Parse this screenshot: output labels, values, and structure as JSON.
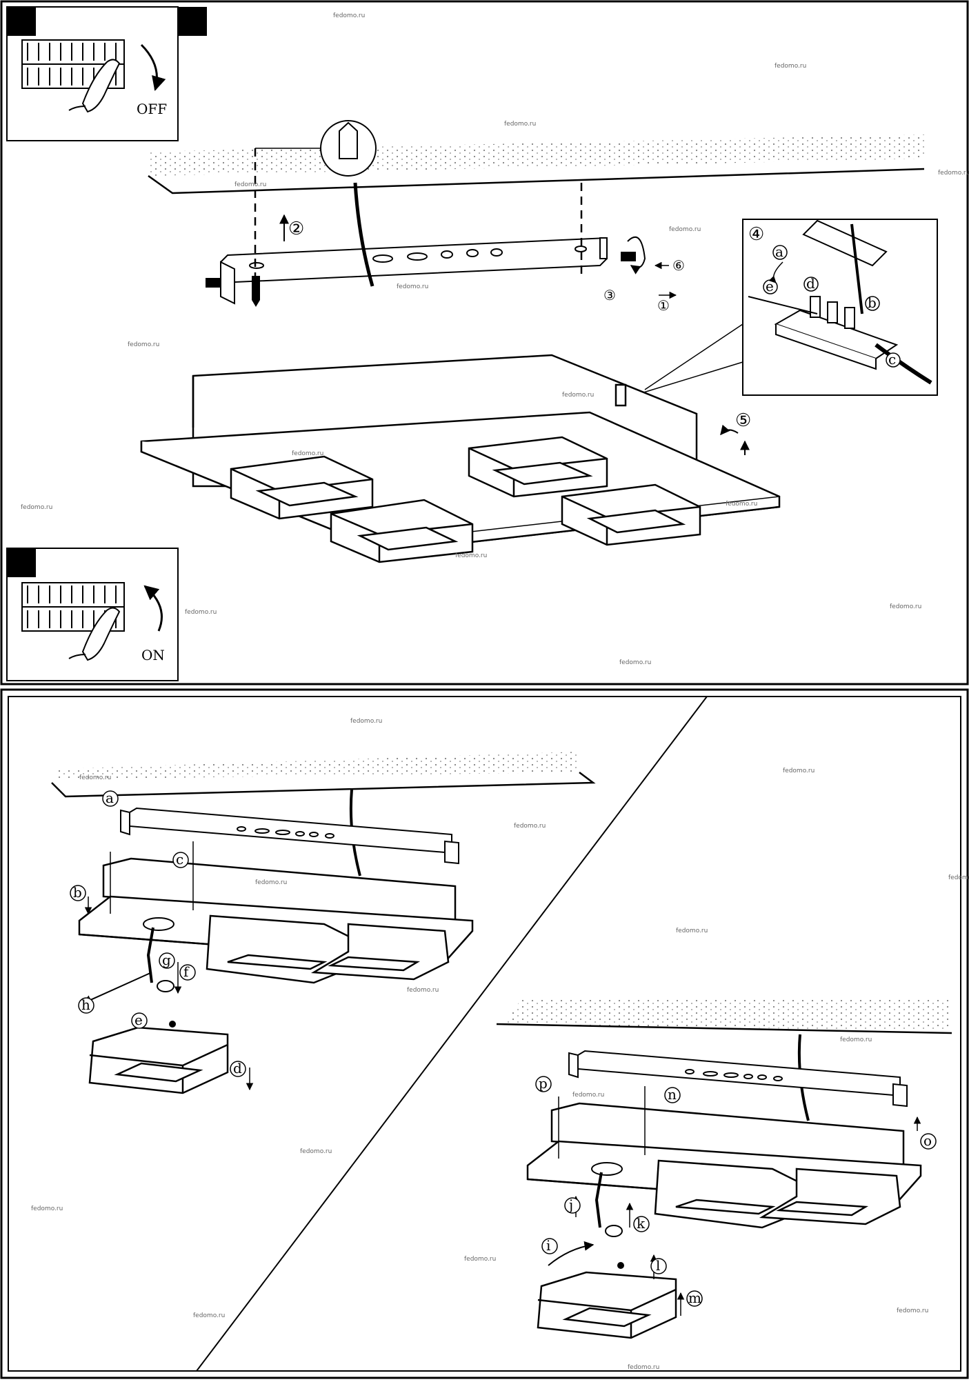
{
  "panel_top": {
    "switch_off_label": "OFF",
    "switch_on_label": "ON",
    "step_labels": [
      "①",
      "②",
      "③",
      "④",
      "⑤",
      "⑥"
    ],
    "detail_labels": [
      "a",
      "b",
      "c",
      "d",
      "e"
    ]
  },
  "panel_bottom_left": {
    "labels": [
      "a",
      "b",
      "c",
      "d",
      "e",
      "f",
      "g",
      "h"
    ]
  },
  "panel_bottom_right": {
    "labels": [
      "i",
      "j",
      "k",
      "l",
      "m",
      "n",
      "o",
      "p"
    ]
  },
  "watermark": "fedomo.ru"
}
